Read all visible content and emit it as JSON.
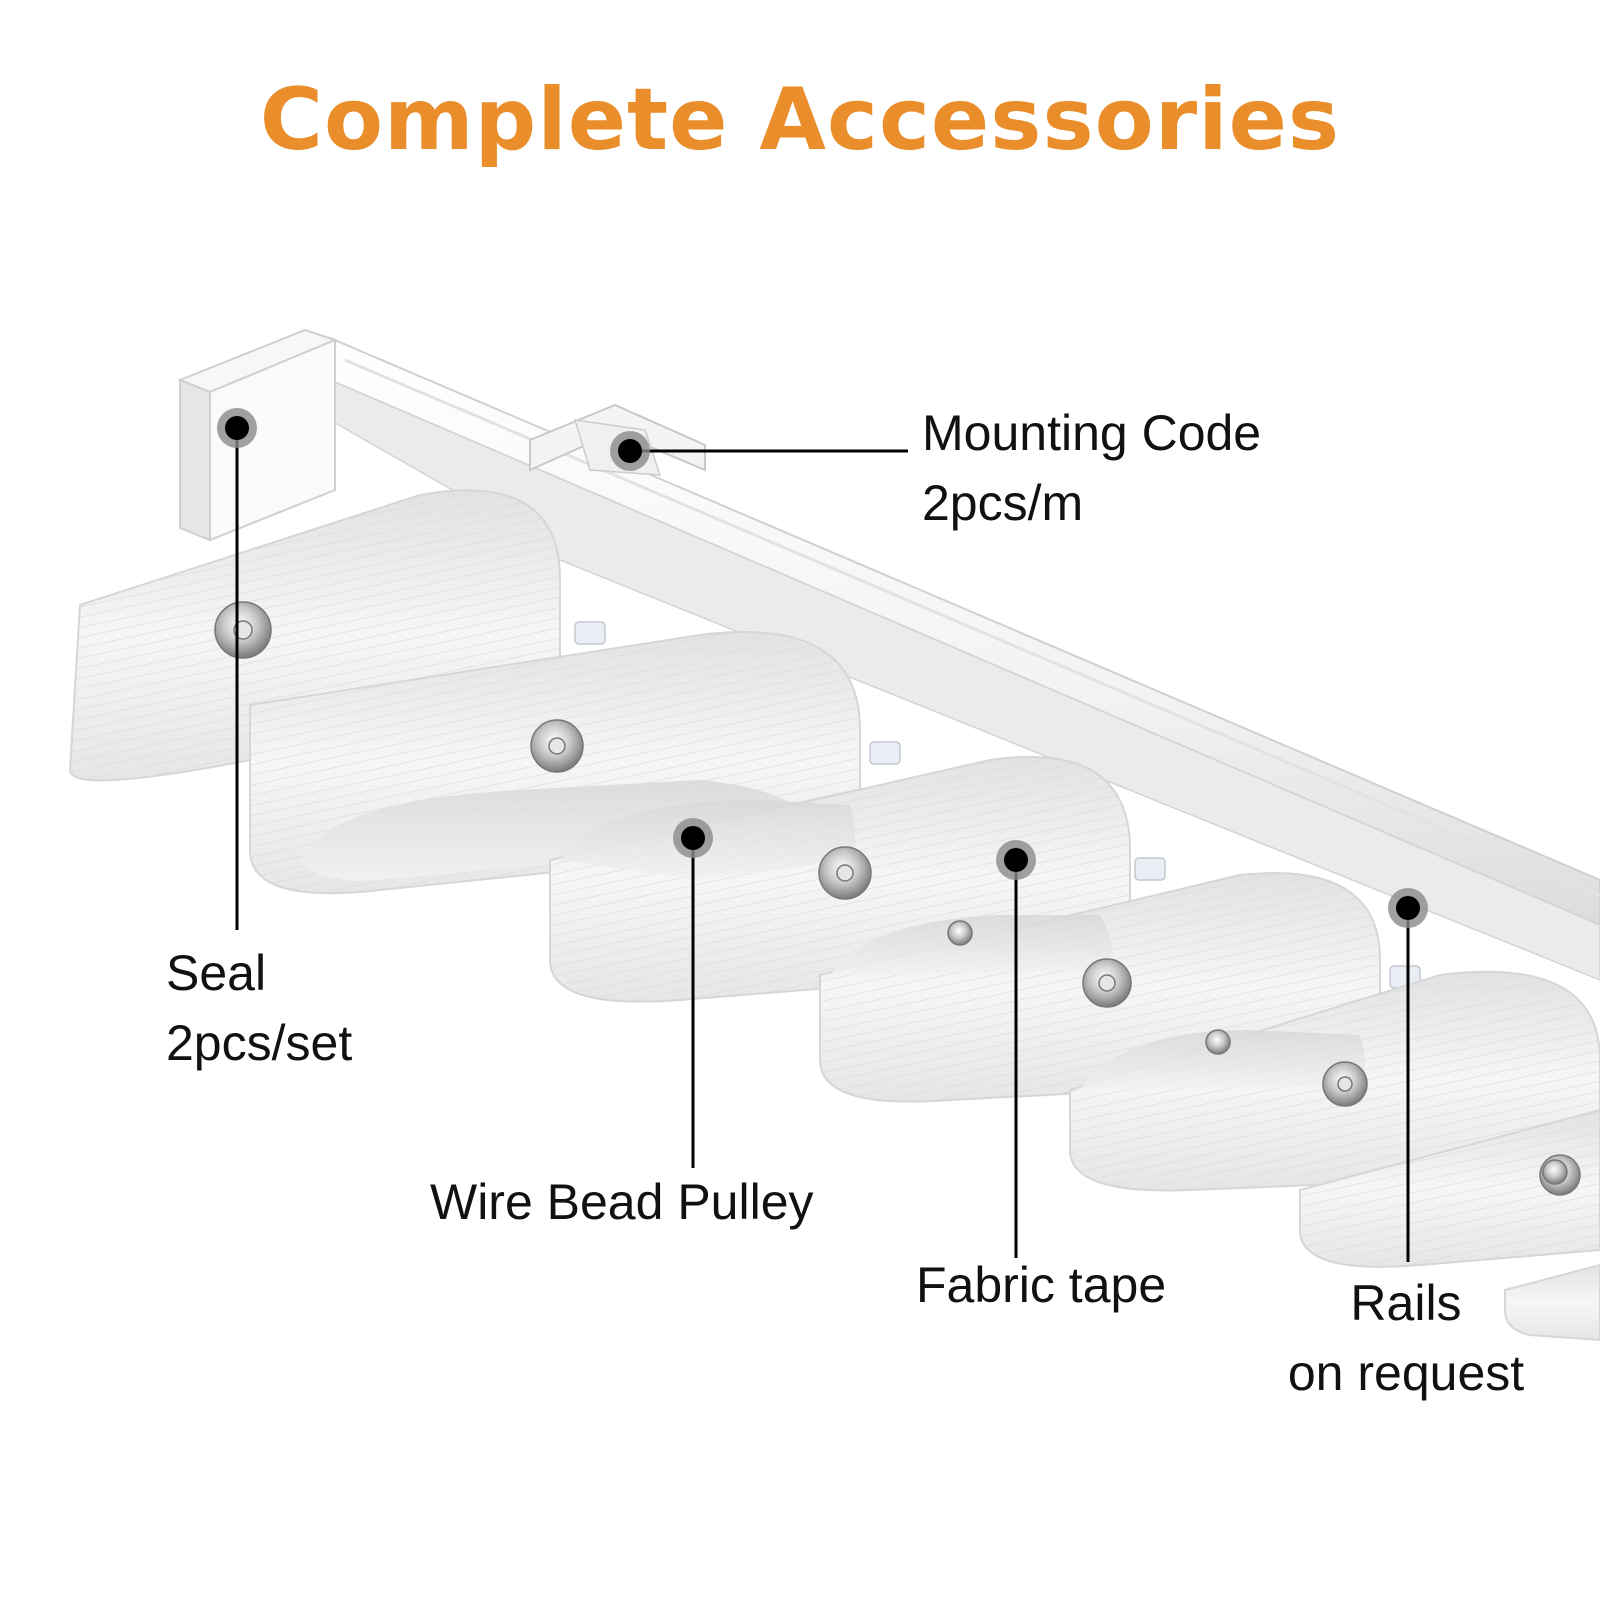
{
  "title": "Complete Accessories",
  "colors": {
    "title_accent": "#e98e2a",
    "label_text": "#111111",
    "leader_line": "#000000",
    "marker_dot": "#000000",
    "marker_halo": "#8a8a8a",
    "rail_white": "#f4f4f4",
    "tape_white": "#efefef"
  },
  "callouts": [
    {
      "id": "mounting-code",
      "lines": [
        "Mounting Code",
        "2pcs/m"
      ]
    },
    {
      "id": "seal",
      "lines": [
        "Seal",
        "2pcs/set"
      ]
    },
    {
      "id": "wire-bead-pulley",
      "lines": [
        "Wire Bead Pulley"
      ]
    },
    {
      "id": "fabric-tape",
      "lines": [
        "Fabric tape"
      ]
    },
    {
      "id": "rails",
      "lines": [
        "Rails",
        "on request"
      ]
    }
  ]
}
